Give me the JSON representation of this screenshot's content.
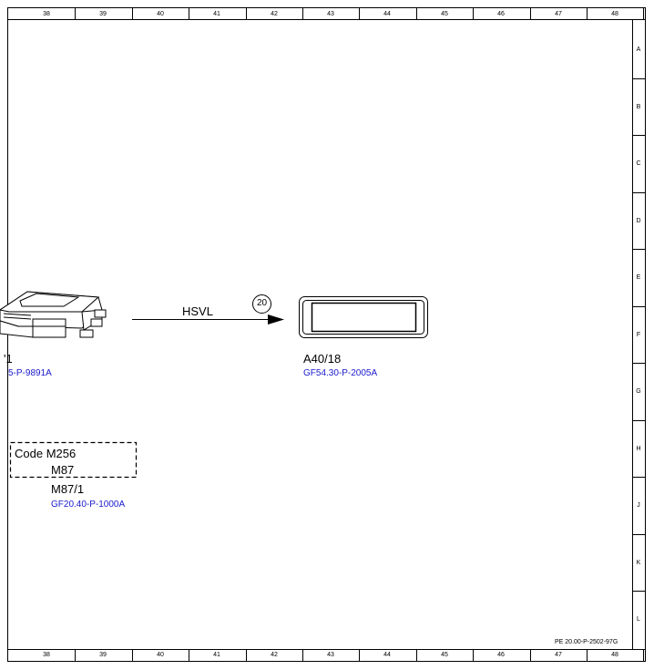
{
  "columns": [
    "38",
    "39",
    "40",
    "41",
    "42",
    "43",
    "44",
    "45",
    "46",
    "47",
    "48"
  ],
  "rows": [
    "A",
    "B",
    "C",
    "D",
    "E",
    "F",
    "G",
    "H",
    "J",
    "K",
    "L"
  ],
  "signal": {
    "label": "HSVL",
    "marker": "20"
  },
  "left_component": {
    "name": "'1",
    "ref": "5-P-9891A"
  },
  "right_component": {
    "name": "A40/18",
    "ref": "GF54.30-P-2005A"
  },
  "code_box": {
    "code": "Code M256",
    "inner": "M87"
  },
  "motor": {
    "name": "M87/1",
    "ref": "GF20.40-P-1000A"
  },
  "drawing_number": "PE 20.00-P-2502-97G"
}
